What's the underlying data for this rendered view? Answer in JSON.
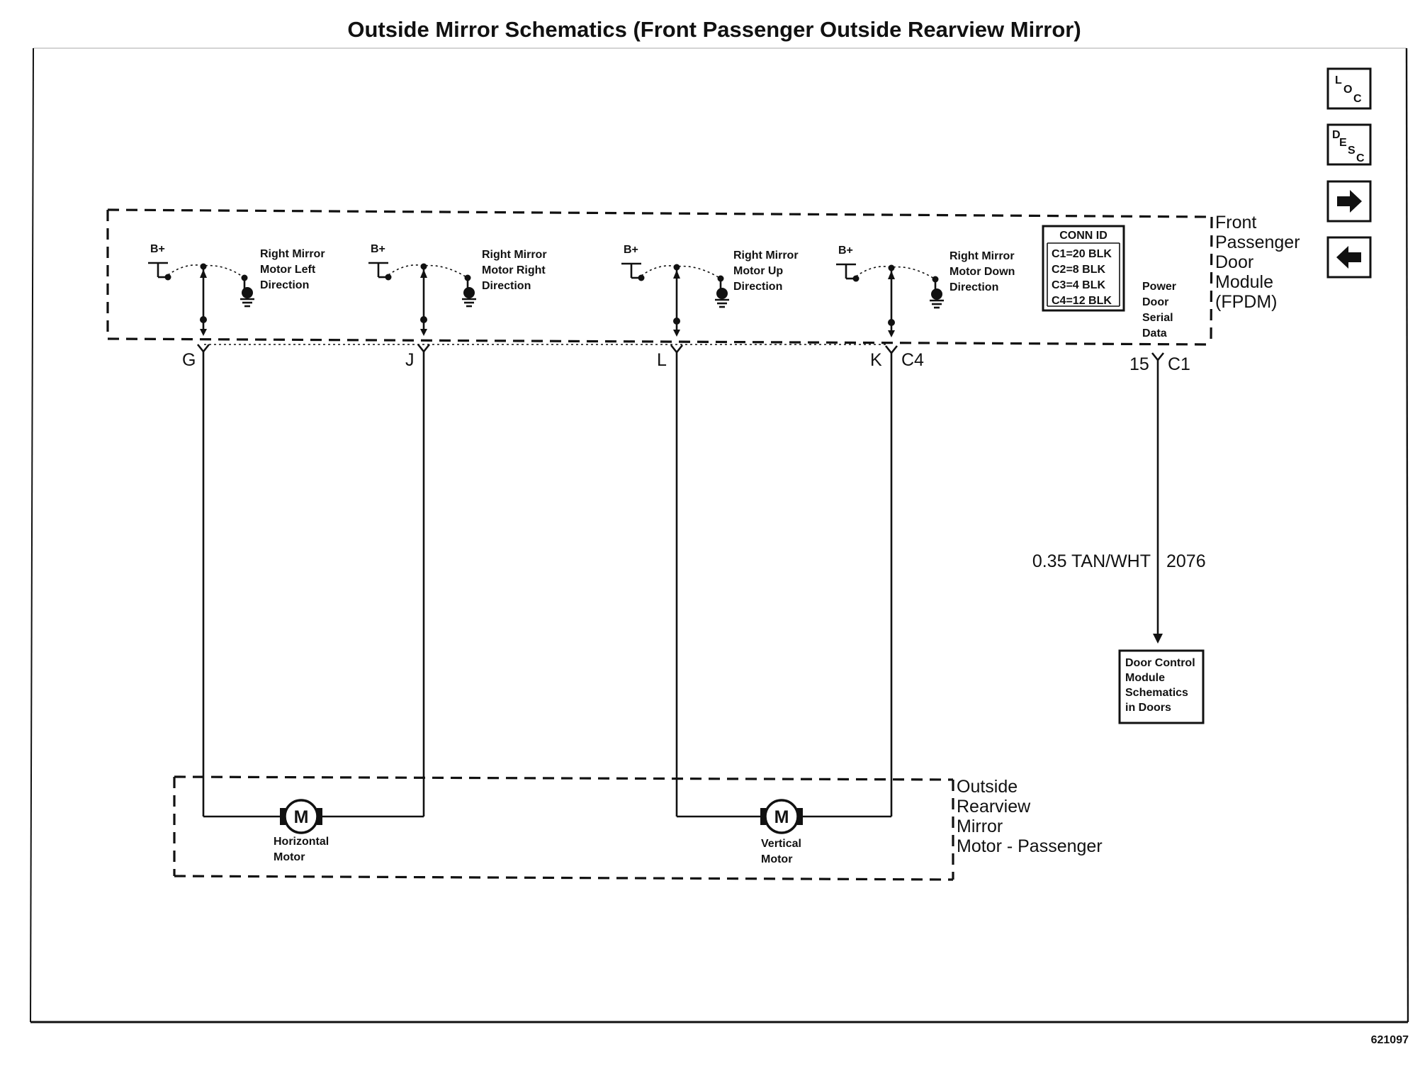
{
  "title": "Outside Mirror Schematics (Front Passenger Outside Rearview Mirror)",
  "fpdm": {
    "label_lines": [
      "Front",
      "Passenger",
      "Door",
      "Module",
      "(FPDM)"
    ]
  },
  "switches": [
    {
      "bplus": "B+",
      "label_lines": [
        "Right Mirror",
        "Motor Left",
        "Direction"
      ],
      "pin": "G"
    },
    {
      "bplus": "B+",
      "label_lines": [
        "Right Mirror",
        "Motor Right",
        "Direction"
      ],
      "pin": "J"
    },
    {
      "bplus": "B+",
      "label_lines": [
        "Right Mirror",
        "Motor Up",
        "Direction"
      ],
      "pin": "L"
    },
    {
      "bplus": "B+",
      "label_lines": [
        "Right Mirror",
        "Motor Down",
        "Direction"
      ],
      "pin": "K"
    }
  ],
  "connector_c4": "C4",
  "conn_id": {
    "header": "CONN ID",
    "rows": [
      "C1=20 BLK",
      "C2=8 BLK",
      "C3=4 BLK",
      "C4=12 BLK"
    ]
  },
  "serial_data": {
    "label_lines": [
      "Power",
      "Door",
      "Serial",
      "Data"
    ],
    "pin": "15",
    "connector": "C1",
    "wire_color": "0.35 TAN/WHT",
    "circuit": "2076"
  },
  "door_control_box": [
    "Door Control",
    "Module",
    "Schematics",
    "in Doors"
  ],
  "mirror_module": {
    "label_lines": [
      "Outside",
      "Rearview",
      "Mirror",
      "Motor - Passenger"
    ]
  },
  "motors": [
    {
      "symbol": "M",
      "label_lines": [
        "Horizontal",
        "Motor"
      ]
    },
    {
      "symbol": "M",
      "label_lines": [
        "Vertical",
        "Motor"
      ]
    }
  ],
  "nav_buttons": [
    {
      "name": "loc-button",
      "chars": [
        "L",
        "O",
        "C"
      ]
    },
    {
      "name": "desc-button",
      "chars": [
        "D",
        "E",
        "S",
        "C"
      ]
    },
    {
      "name": "next-arrow-button",
      "icon": "right-arrow-icon"
    },
    {
      "name": "prev-arrow-button",
      "icon": "left-arrow-icon"
    }
  ],
  "figure_number": "621097"
}
